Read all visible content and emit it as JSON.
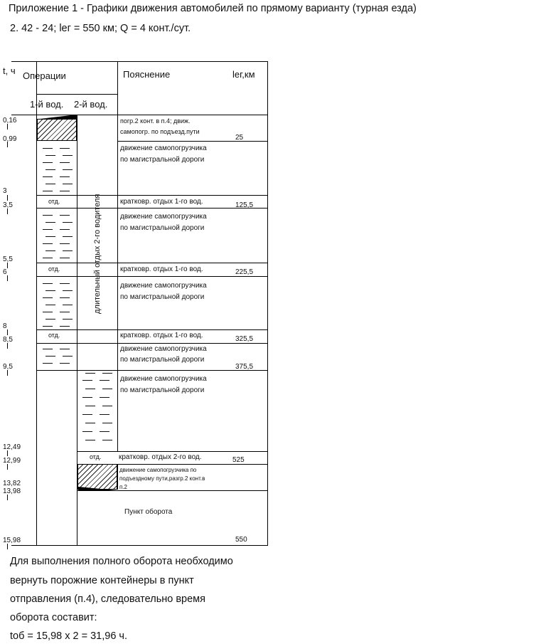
{
  "header": {
    "title": "Приложение 1 - Графики движения автомобилей по прямому варианту (турная езда)",
    "subtitle": "2. 42 - 24; lег = 550 км; Q = 4 конт./сут."
  },
  "table": {
    "col_time": "t, ч",
    "col_operations": "Операции",
    "col_explanation": "Пояснение",
    "col_distance": "lег,км",
    "driver1": "1-й вод.",
    "driver2": "2-й вод.",
    "rest_label": "отд.",
    "long_rest_label": "длительный отдых 2-го водителя",
    "time_labels": [
      "0,16",
      "0,99",
      "3",
      "3,5",
      "5,5",
      "6",
      "8",
      "8,5",
      "9,5",
      "12,49",
      "12,99",
      "13,82",
      "13,98",
      "15,98"
    ],
    "distance_labels": [
      "25",
      "125,5",
      "225,5",
      "325,5",
      "375,5",
      "525",
      "550"
    ],
    "explanations": {
      "e1_line1": "погр.2 конт. в п.4; движ.",
      "e1_line2": "самопогр. по подъезд.пути",
      "move_line1": "движение самопогрузчика",
      "move_line2": "по магистральной дороги",
      "rest1": "кратковр. отдых 1-го вод.",
      "rest2": "кратковр. отдых 2-го вод.",
      "last_line1": "движение самопогрузчика по",
      "last_line2": "подъездному пути,разгр.2 конт.в",
      "last_line3": "п.2",
      "turnaround": "Пункт оборота"
    }
  },
  "footer": {
    "line1": "Для выполнения полного оборота необходимо",
    "line2": "вернуть порожние контейнеры в пункт",
    "line3": "отправления (п.4), следовательно время",
    "line4": "оборота составит:",
    "formula": "tоб = 15,98 х 2 = 31,96 ч."
  }
}
